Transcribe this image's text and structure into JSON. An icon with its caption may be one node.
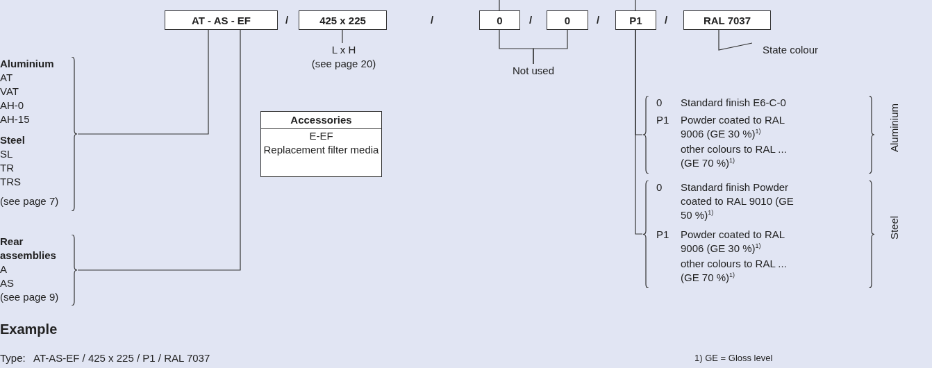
{
  "diagram": {
    "nodes": [
      {
        "text": [
          "AT - AS - EF"
        ]
      },
      {
        "text": [
          "425 x 225"
        ]
      },
      {
        "text": [
          "0"
        ]
      },
      {
        "text": [
          "0"
        ]
      },
      {
        "text": [
          "P1"
        ]
      },
      {
        "text": [
          "RAL 7037"
        ]
      },
      {
        "text": [
          "Aluminium",
          "AT",
          "VAT",
          "AH-0",
          "AH-15",
          "Steel",
          "SL",
          "TR",
          "TRS",
          "(see page 7)"
        ]
      },
      {
        "text": [
          "Rear assemblies",
          "A",
          "AS",
          "(see page 9)"
        ]
      },
      {
        "text": [
          "L x H",
          "(see page 20)"
        ]
      },
      {
        "text": [
          "Not used"
        ]
      },
      {
        "text": [
          "State colour"
        ]
      },
      {
        "text": [
          "0",
          "Standard finish E6-C-0",
          "P1",
          "Powder coated to RAL 9006 (GE 30 %)$^{1)}$",
          "other colours to RAL ... (GE 70 %)$^{1)}$"
        ],
        "beside": [
          "Aluminium"
        ]
      },
      {
        "text": [
          "0",
          "Standard finish Powder coated to RAL 9010 (GE 50 %)$^{1)}$",
          "P1",
          "Powder coated to RAL 9006 (GE 30 %)$^{1)}$",
          "other colours to RAL ... (GE 70 %)$^{1)}$"
        ],
        "beside": [
          "Steel"
        ]
      },
      {
        "text": [
          "Accessories",
          "E-EF",
          "Replacement filter media"
        ]
      }
    ],
    "edges": [
      {
        "from": 0,
        "to": 6,
        "arrow": "none"
      },
      {
        "from": 0,
        "to": 7,
        "arrow": "none"
      },
      {
        "from": 1,
        "to": 8,
        "arrow": "none"
      },
      {
        "from": 2,
        "to": 9,
        "arrow": "none"
      },
      {
        "from": 3,
        "to": 9,
        "arrow": "none"
      },
      {
        "from": 4,
        "to": 11,
        "arrow": "none"
      },
      {
        "from": 4,
        "to": 12,
        "arrow": "none"
      },
      {
        "from": 5,
        "to": 10,
        "arrow": "none"
      },
      {
        "from": null,
        "to": 2,
        "arrow": "none"
      },
      {
        "from": null,
        "to": 4,
        "arrow": "none"
      }
    ],
    "labels": [
      "/",
      "/",
      "/",
      "/",
      "/",
      "Example",
      "Type:",
      "AT-AS-EF / 425 x 225 / P1 / RAL 7037",
      "1) GE = Gloss level"
    ]
  }
}
